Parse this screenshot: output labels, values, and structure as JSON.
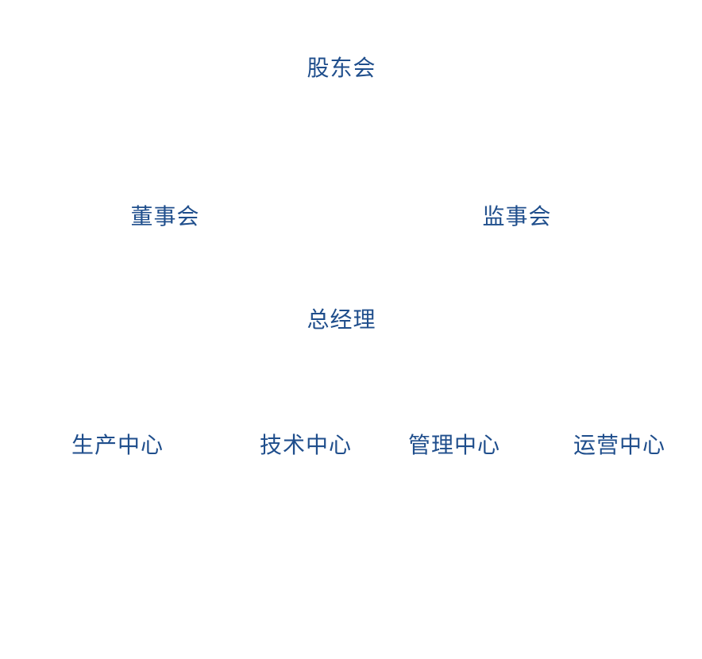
{
  "diagram": {
    "type": "org-chart",
    "text_color": "#1f4e8c",
    "background_color": "#ffffff",
    "levels": [
      {
        "level": 1,
        "nodes": [
          {
            "id": "shareholders",
            "label": "股东会"
          }
        ]
      },
      {
        "level": 2,
        "nodes": [
          {
            "id": "board",
            "label": "董事会"
          },
          {
            "id": "supervisors",
            "label": "监事会"
          }
        ]
      },
      {
        "level": 3,
        "nodes": [
          {
            "id": "gm",
            "label": "总经理"
          }
        ]
      },
      {
        "level": 4,
        "nodes": [
          {
            "id": "production",
            "label": "生产中心"
          },
          {
            "id": "technology",
            "label": "技术中心"
          },
          {
            "id": "management",
            "label": "管理中心"
          },
          {
            "id": "operations",
            "label": "运营中心"
          }
        ]
      }
    ]
  }
}
